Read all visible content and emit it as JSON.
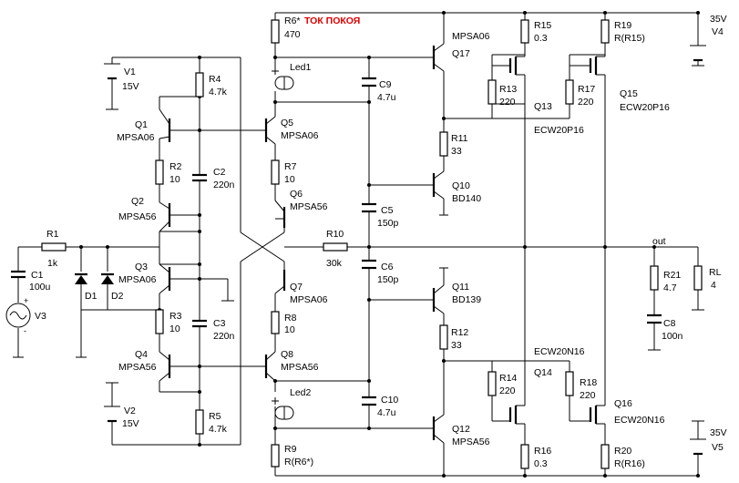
{
  "components": [
    {
      "ref": "R6*",
      "value": "470",
      "note": "ТОК ПОКОЯ"
    },
    {
      "ref": "V1",
      "value": "15V"
    },
    {
      "ref": "R4",
      "value": "4.7k"
    },
    {
      "ref": "Q1",
      "value": "MPSA06"
    },
    {
      "ref": "R2",
      "value": "10"
    },
    {
      "ref": "C2",
      "value": "220n"
    },
    {
      "ref": "Q2",
      "value": "MPSA56"
    },
    {
      "ref": "R1",
      "value": "1k"
    },
    {
      "ref": "C1",
      "value": "100u"
    },
    {
      "ref": "D1",
      "value": ""
    },
    {
      "ref": "D2",
      "value": ""
    },
    {
      "ref": "Q3",
      "value": "MPSA06"
    },
    {
      "ref": "R3",
      "value": "10"
    },
    {
      "ref": "C3",
      "value": "220n"
    },
    {
      "ref": "Q4",
      "value": "MPSA56"
    },
    {
      "ref": "V2",
      "value": "15V"
    },
    {
      "ref": "R5",
      "value": "4.7k"
    },
    {
      "ref": "V3",
      "value": ""
    },
    {
      "ref": "Led1",
      "value": ""
    },
    {
      "ref": "Q5",
      "value": "MPSA06"
    },
    {
      "ref": "R7",
      "value": "10"
    },
    {
      "ref": "Q6",
      "value": "MPSA56"
    },
    {
      "ref": "R10",
      "value": "30k"
    },
    {
      "ref": "Q7",
      "value": "MPSA06"
    },
    {
      "ref": "R8",
      "value": "10"
    },
    {
      "ref": "Q8",
      "value": "MPSA56"
    },
    {
      "ref": "Led2",
      "value": ""
    },
    {
      "ref": "R9",
      "value": "R(R6*)"
    },
    {
      "ref": "C9",
      "value": "4.7u"
    },
    {
      "ref": "C5",
      "value": "150p"
    },
    {
      "ref": "C6",
      "value": "150p"
    },
    {
      "ref": "C10",
      "value": "4.7u"
    },
    {
      "ref": "Q17",
      "value": "MPSA06"
    },
    {
      "ref": "R11",
      "value": "33"
    },
    {
      "ref": "Q10",
      "value": "BD140"
    },
    {
      "ref": "Q11",
      "value": "BD139"
    },
    {
      "ref": "R12",
      "value": "33"
    },
    {
      "ref": "Q12",
      "value": "MPSA56"
    },
    {
      "ref": "R15",
      "value": "0.3"
    },
    {
      "ref": "R13",
      "value": "220"
    },
    {
      "ref": "Q13",
      "value": "ECW20P16"
    },
    {
      "ref": "R19",
      "value": "R(R15)"
    },
    {
      "ref": "R17",
      "value": "220"
    },
    {
      "ref": "Q15",
      "value": "ECW20P16"
    },
    {
      "ref": "R14",
      "value": "220"
    },
    {
      "ref": "Q14",
      "value": "ECW20N16"
    },
    {
      "ref": "R16",
      "value": "0.3"
    },
    {
      "ref": "R18",
      "value": "220"
    },
    {
      "ref": "Q16",
      "value": "ECW20N16"
    },
    {
      "ref": "R20",
      "value": "R(R16)"
    },
    {
      "ref": "V4",
      "value": "35V"
    },
    {
      "ref": "V5",
      "value": "35V"
    },
    {
      "ref": "R21",
      "value": "4.7"
    },
    {
      "ref": "C8",
      "value": "100n"
    },
    {
      "ref": "RL",
      "value": "4"
    }
  ],
  "nets": {
    "output": "out"
  }
}
